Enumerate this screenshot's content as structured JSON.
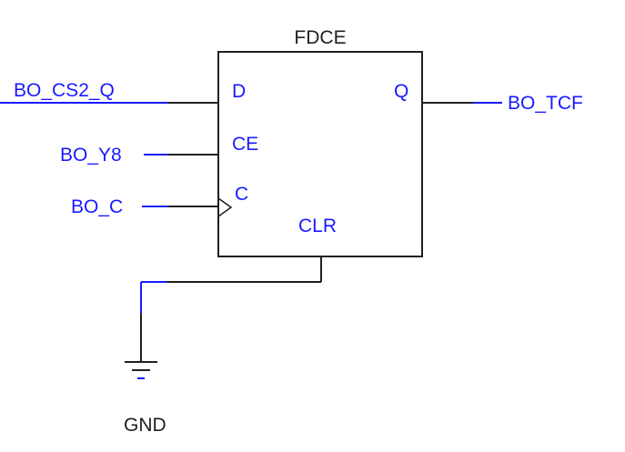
{
  "component": {
    "name": "FDCE",
    "pins": {
      "d": "D",
      "ce": "CE",
      "c": "C",
      "clr": "CLR",
      "q": "Q"
    }
  },
  "nets": {
    "d_net": "BO_CS2_Q",
    "ce_net": "BO_Y8",
    "c_net": "BO_C",
    "q_net": "BO_TCF"
  },
  "ground": {
    "label": "GND",
    "icon": "ground-icon"
  },
  "colors": {
    "net_wire": "#1a1aff",
    "pin_wire": "#202020",
    "net_label": "#1a1aff",
    "symbol_outline": "#202020"
  }
}
